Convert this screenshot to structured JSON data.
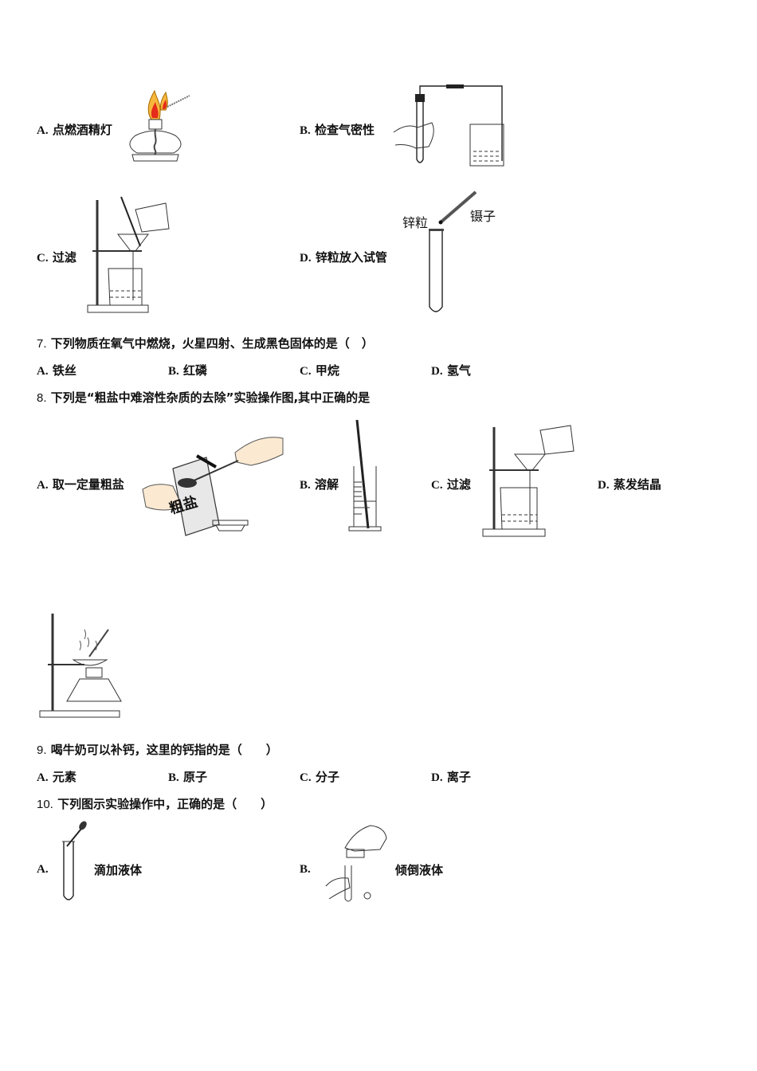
{
  "q6_options": [
    {
      "letter": "A.",
      "text": "点燃酒精灯",
      "figure": "alcohol-lamp-lit-by-another-lamp"
    },
    {
      "letter": "B.",
      "text": "检查气密性",
      "figure": "airtightness-check-apparatus"
    },
    {
      "letter": "C.",
      "text": "过滤",
      "figure": "filtration-apparatus"
    },
    {
      "letter": "D.",
      "text": "锌粒放入试管",
      "figure": "zinc-into-test-tube",
      "figure_labels": [
        "锌粒",
        "镊子"
      ]
    }
  ],
  "q7": {
    "number": "7.",
    "stem": "下列物质在氧气中燃烧，火星四射、生成黑色固体的是（　）",
    "options": [
      {
        "letter": "A.",
        "text": "铁丝"
      },
      {
        "letter": "B.",
        "text": "红磷"
      },
      {
        "letter": "C.",
        "text": "甲烷"
      },
      {
        "letter": "D.",
        "text": "氢气"
      }
    ]
  },
  "q8": {
    "number": "8.",
    "stem": "下列是“粗盐中难溶性杂质的去除”实验操作图,其中正确的是",
    "options": [
      {
        "letter": "A.",
        "text": "取一定量粗盐",
        "figure_label": "粗盐"
      },
      {
        "letter": "B.",
        "text": "溶解"
      },
      {
        "letter": "C.",
        "text": "过滤"
      },
      {
        "letter": "D.",
        "text": "蒸发结晶"
      }
    ]
  },
  "q9": {
    "number": "9.",
    "stem": "喝牛奶可以补钙，这里的钙指的是（　　）",
    "options": [
      {
        "letter": "A.",
        "text": "元素"
      },
      {
        "letter": "B.",
        "text": "原子"
      },
      {
        "letter": "C.",
        "text": "分子"
      },
      {
        "letter": "D.",
        "text": "离子"
      }
    ]
  },
  "q10": {
    "number": "10.",
    "stem": "下列图示实验操作中，正确的是（　　）",
    "options": [
      {
        "letter": "A.",
        "text": "滴加液体"
      },
      {
        "letter": "B.",
        "text": "倾倒液体"
      }
    ]
  }
}
